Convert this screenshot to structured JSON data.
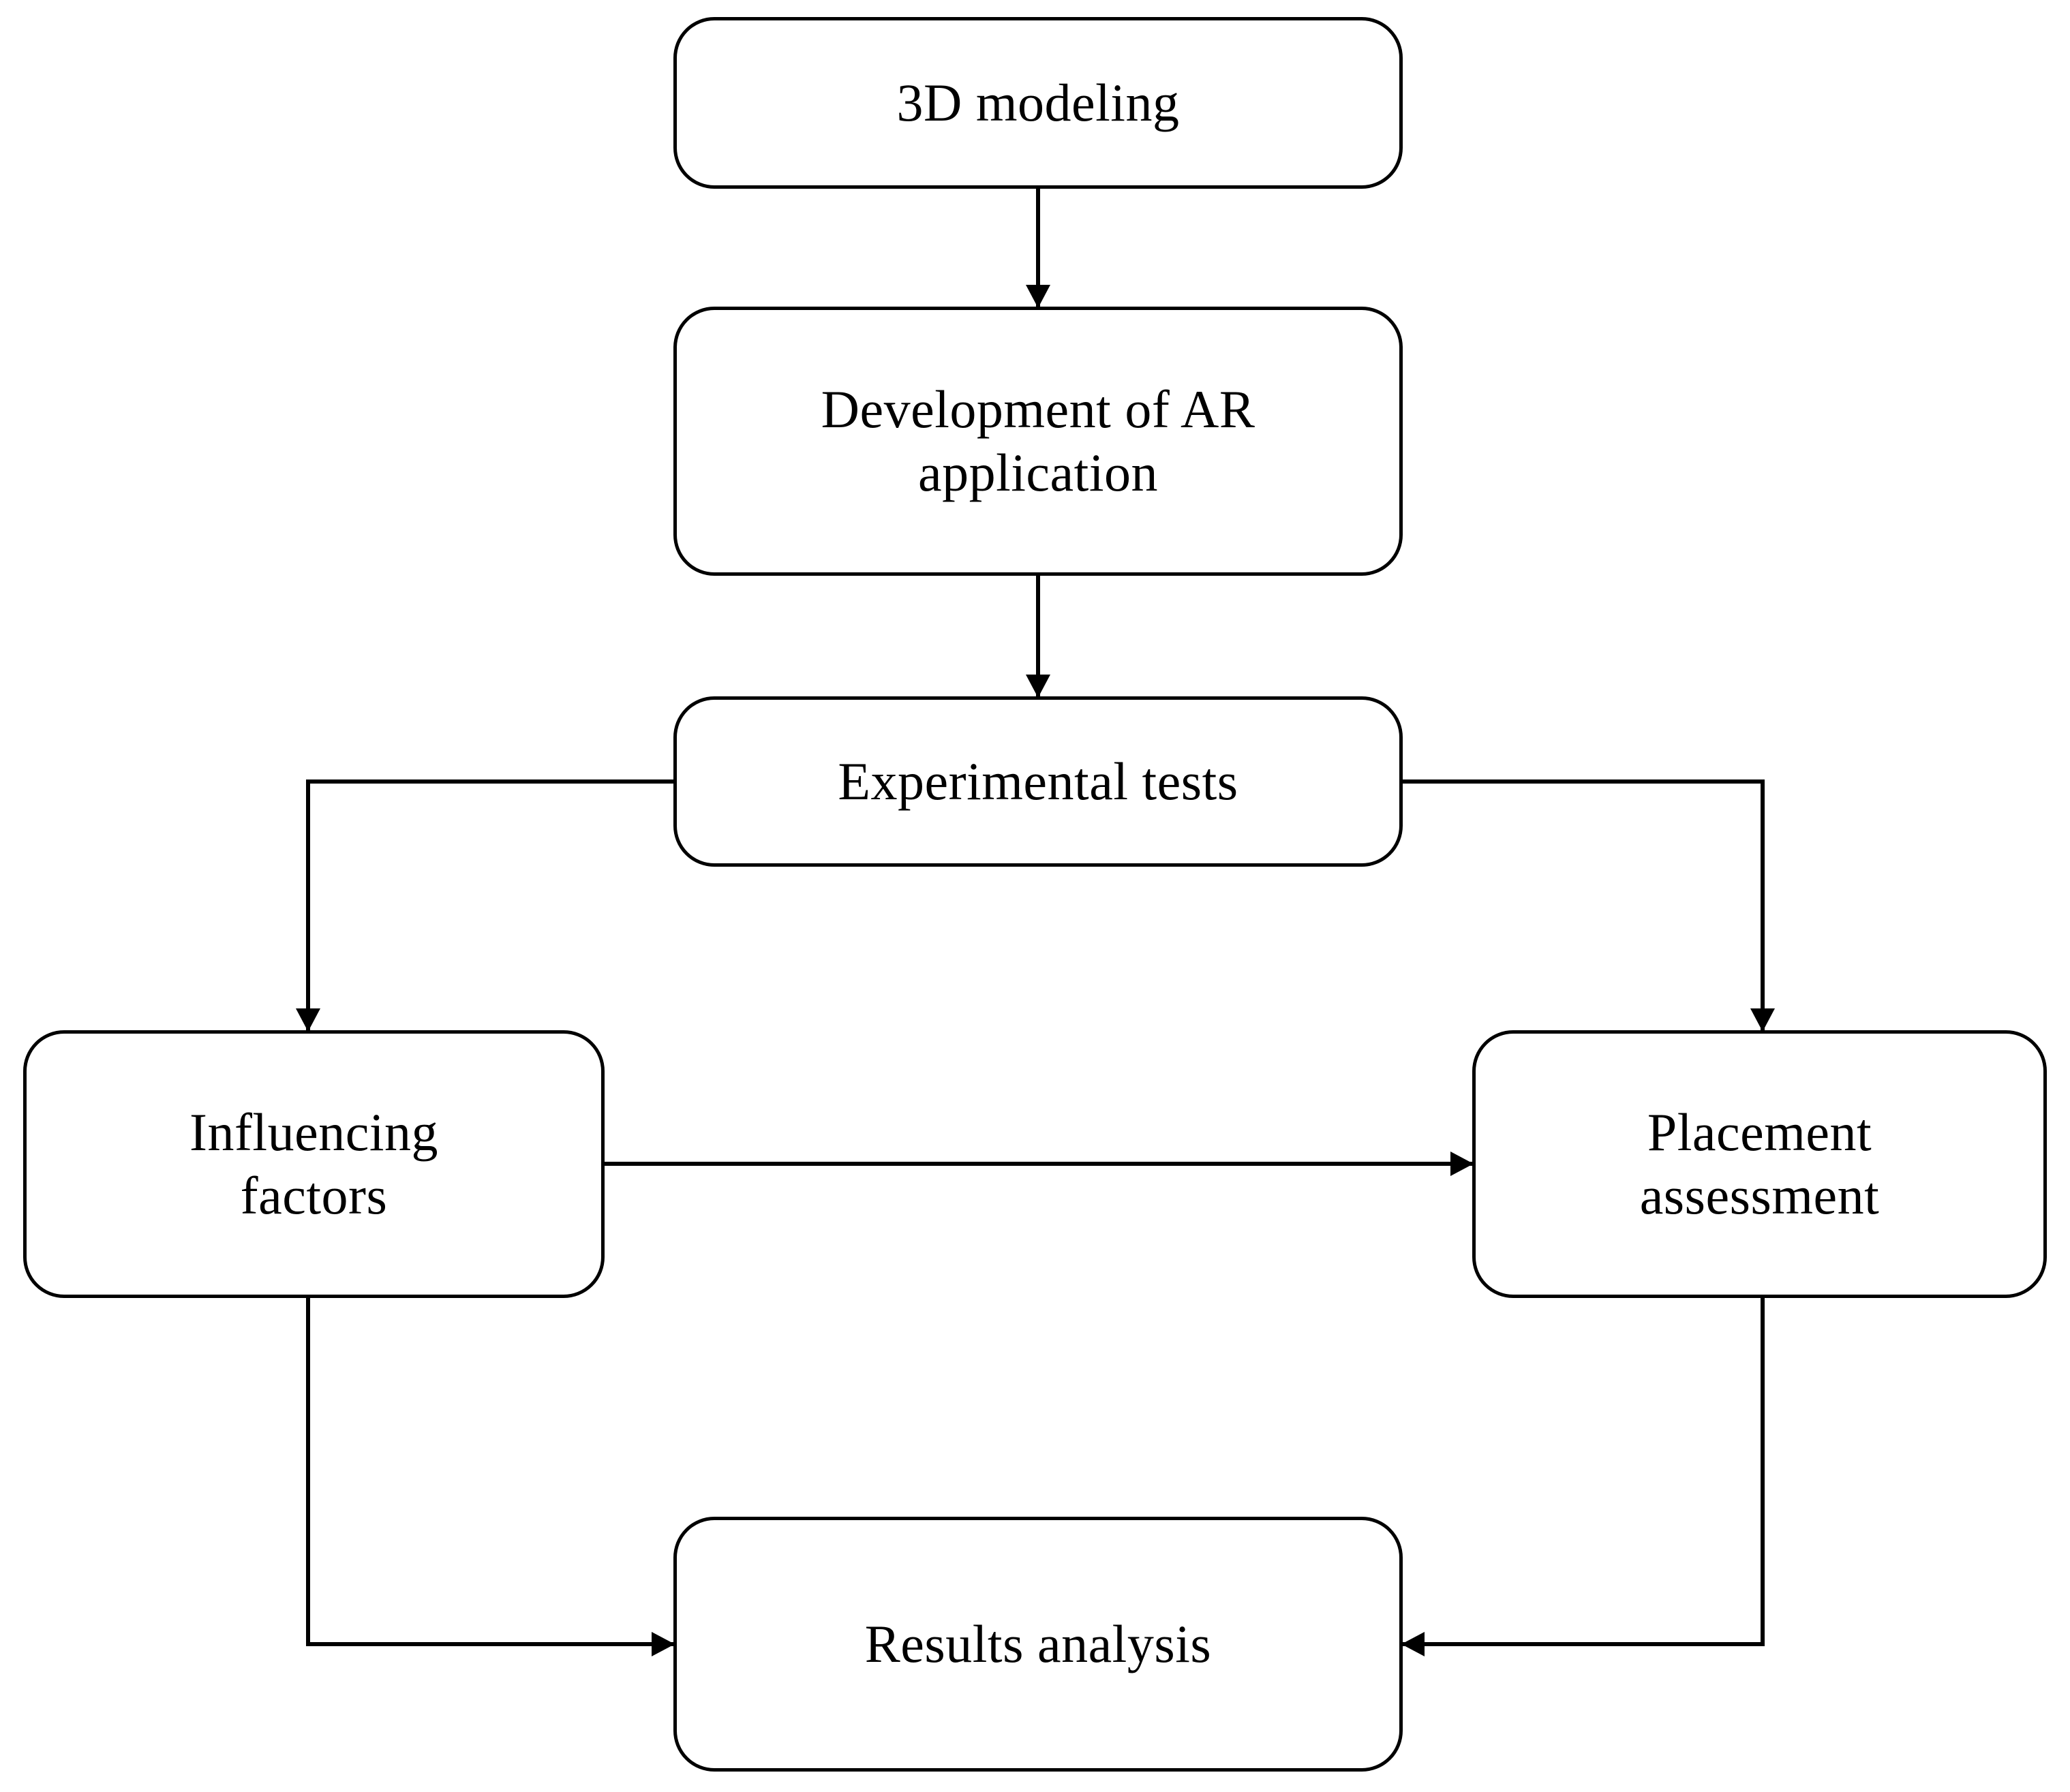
{
  "diagram": {
    "title": "AR research workflow flowchart",
    "type": "flowchart",
    "background_color": "#ffffff",
    "line_color": "#000000",
    "text_color": "#000000",
    "nodes": [
      {
        "id": "3d-modeling",
        "label": "3D modeling"
      },
      {
        "id": "ar-development",
        "label": "Development of AR\napplication"
      },
      {
        "id": "experimental",
        "label": "Experimental tests"
      },
      {
        "id": "influencing",
        "label": "Influencing\nfactors"
      },
      {
        "id": "placement",
        "label": "Placement\nassessment"
      },
      {
        "id": "results",
        "label": "Results analysis"
      }
    ],
    "edges": [
      {
        "id": "edge-modeling-to-development",
        "from": "3d-modeling",
        "to": "ar-development",
        "style": "straight-down",
        "arrowhead": "down"
      },
      {
        "id": "edge-development-to-experimental",
        "from": "ar-development",
        "to": "experimental",
        "style": "straight-down",
        "arrowhead": "down"
      },
      {
        "id": "edge-experimental-to-influencing",
        "from": "experimental",
        "to": "influencing",
        "style": "elbow-left-down",
        "arrowhead": "down"
      },
      {
        "id": "edge-experimental-to-placement",
        "from": "experimental",
        "to": "placement",
        "style": "elbow-right-down",
        "arrowhead": "down"
      },
      {
        "id": "edge-influencing-to-placement",
        "from": "influencing",
        "to": "placement",
        "style": "straight-right",
        "arrowhead": "right"
      },
      {
        "id": "edge-influencing-to-results",
        "from": "influencing",
        "to": "results",
        "style": "elbow-down-right",
        "arrowhead": "right"
      },
      {
        "id": "edge-placement-to-results",
        "from": "placement",
        "to": "results",
        "style": "elbow-down-left",
        "arrowhead": "left"
      }
    ]
  }
}
